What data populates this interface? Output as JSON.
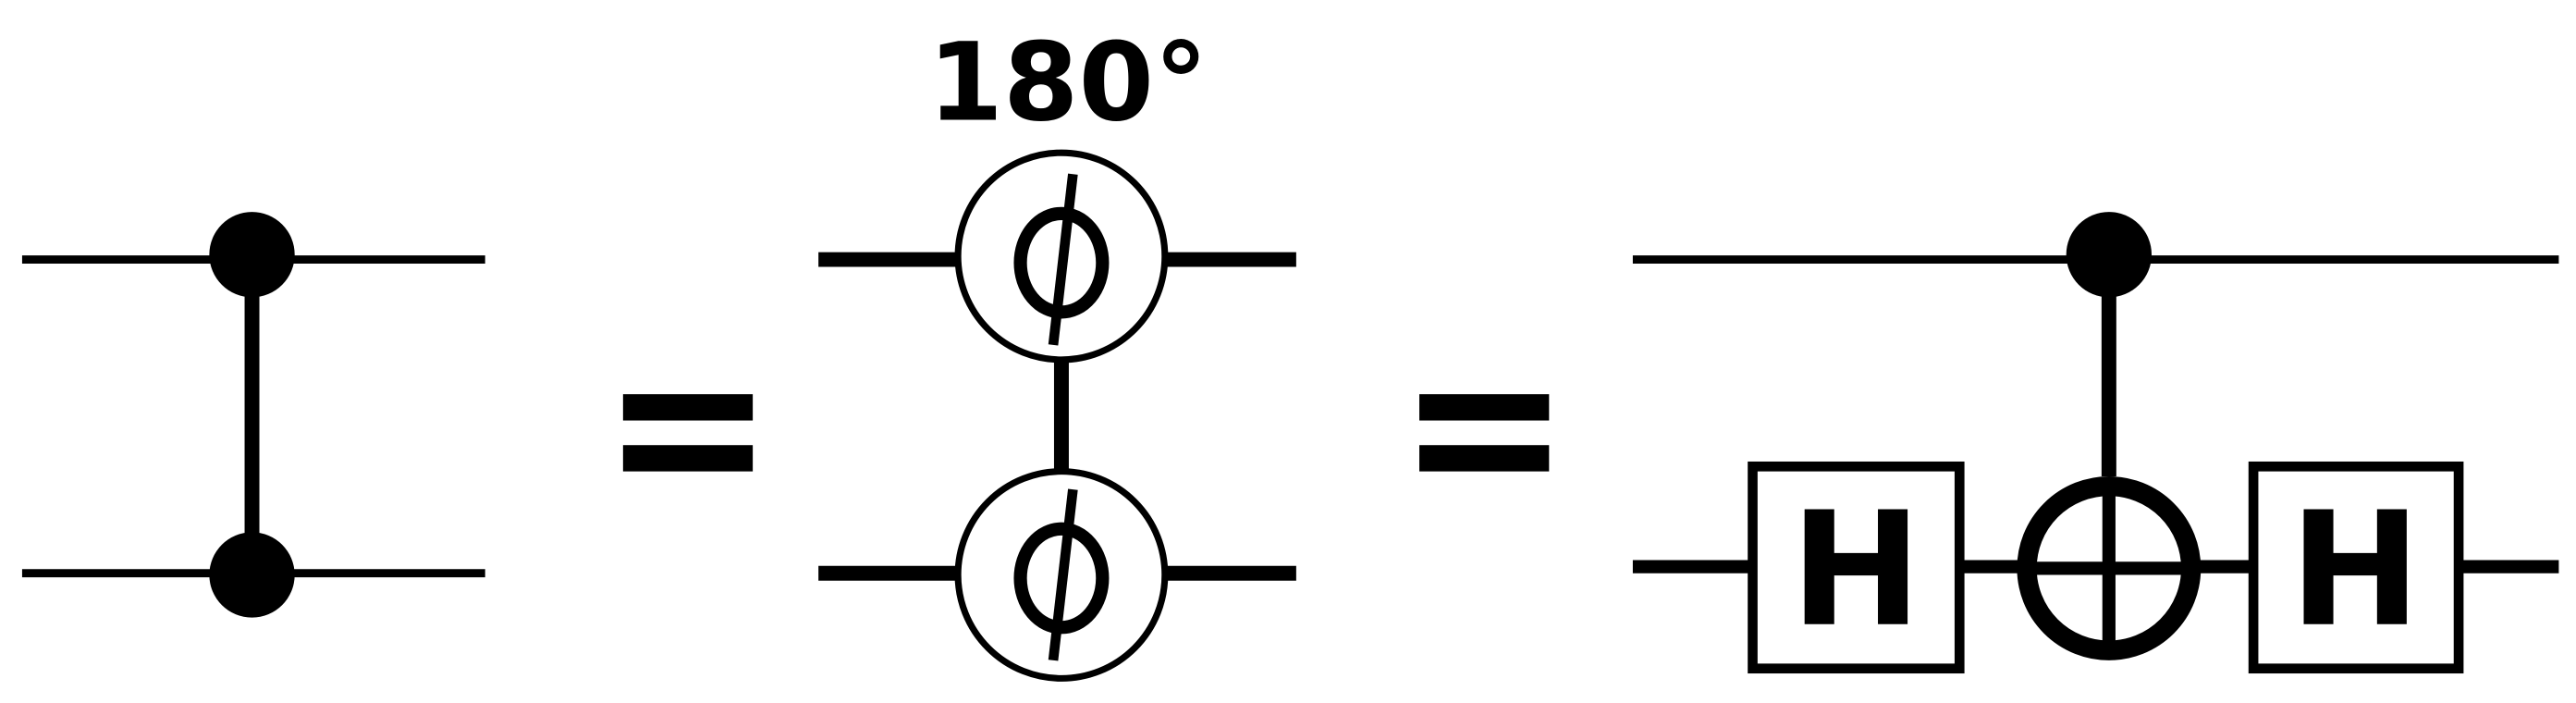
{
  "diagram": {
    "phase_label": "180°",
    "phase_gate_symbol": "ϕ",
    "hadamard_label": "H",
    "equals_sign": "=",
    "colors": {
      "ink": "#000000",
      "background": "#ffffff"
    }
  }
}
